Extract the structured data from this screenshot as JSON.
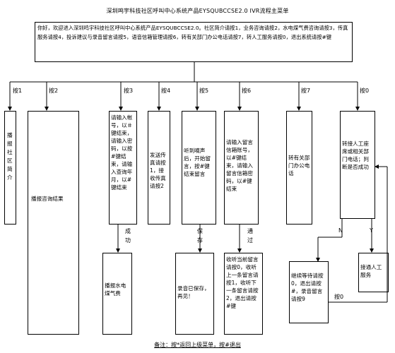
{
  "title": "深圳鸣宇科技社区呼叫中心系统产品EYSQUBCCSE2.0 IVR流程主菜单",
  "intro": "你好，欢迎进入深圳鸣宇科技社区呼叫中心系统产品EYSQUBCCSE2.0。社区简介请按1，业务咨询请按2，水电煤气费咨询请按3，传真服务请按4，投诉建议与录音留言请按5，语音信箱管理请按6，转有关部门办公电话请按7，转人工服务请按0，退出系统请按#键",
  "branch_labels": [
    "按1",
    "按2",
    "按3",
    "按4",
    "按5",
    "按6",
    "按7",
    "按0"
  ],
  "boxes": {
    "b1": "播报社区简介",
    "b2": "播报咨询结果",
    "b3": "请输入帐号，以＃键结束，请输入密码，以按#键结束，请输入查询年月，以#键结束",
    "b4": "发送传真请按1，接收传真请按2",
    "b5": "听到嘀声后，开始留言，按#键结束留言",
    "b6": "请输入留言信箱账号，以#键结束，请输入留言信箱密码，以#键结束",
    "b7": "转有关部门办公电话",
    "b8": "转接人工座席或相关部门电话；判断是否成功",
    "b3r": "播报水电煤气费",
    "b5r": "录音已保存，再见！",
    "b6r": "收听当前留言请按0，收听上一条留言请按1，收听下一条留言请按2，退出请按#键",
    "bn": "继续等待请按0，退出请按#，录音留言请按9",
    "by": "接通人工服务"
  },
  "edge_labels": {
    "success": "成功",
    "save": "保存",
    "pass": "通过",
    "n": "N",
    "y": "Y",
    "press0": "按0"
  },
  "note": "备注：按*返回上级菜单，按#退出"
}
